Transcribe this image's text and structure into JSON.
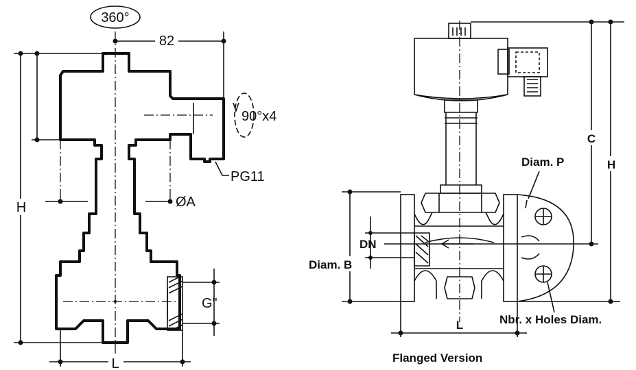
{
  "left_drawing": {
    "rotation_label": "360°",
    "width_label": "82",
    "rotation_step_label": "90°x4",
    "connector_label": "PG11",
    "diameter_label": "ØA",
    "height_label": "H",
    "thread_label": "G\"",
    "length_label": "L"
  },
  "right_drawing": {
    "diam_p_label": "Diam. P",
    "c_label": "C",
    "h_label": "H",
    "dn_label": "DN",
    "diam_b_label": "Diam. B",
    "length_label": "L",
    "holes_label": "Nbr. x Holes Diam.",
    "caption": "Flanged Version"
  }
}
